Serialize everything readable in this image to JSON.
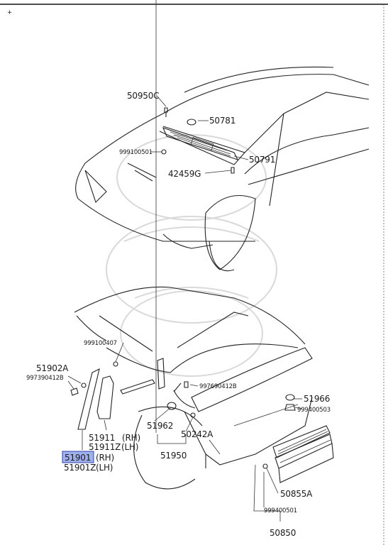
{
  "top_marker": "+",
  "callouts": {
    "p50950C": "50950C",
    "p50781": "50781",
    "p999100501": "999100501",
    "p50791": "50791",
    "p42459G": "42459G",
    "p999100407": "999100407",
    "p51902A": "51902A",
    "p997390412B": "997390412B",
    "p997690412B": "997690412B",
    "p51966": "51966",
    "p999400503": "999400503",
    "p51962": "51962",
    "p50242A": "50242A",
    "p51950": "51950",
    "p51911": "51911",
    "p51911_rh": "(RH)",
    "p51911Z": "51911Z",
    "p51911Z_lh": "(LH)",
    "p51901": "51901",
    "p51901_rh": "(RH)",
    "p51901Z": "51901Z",
    "p51901Z_lh": "(LH)",
    "p50855A": "50855A",
    "p999400501": "999400501",
    "p50850": "50850"
  },
  "highlighted_part": "51901",
  "highlight_color": "#7f95e8"
}
